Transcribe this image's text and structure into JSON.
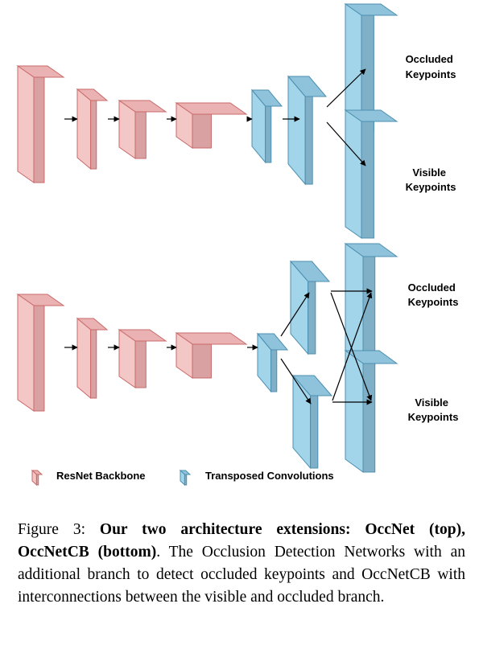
{
  "colors": {
    "backbone_front": "#f4c7c7",
    "backbone_side": "#d9a1a1",
    "backbone_top": "#eab2b2",
    "backbone_stroke": "#c96a6a",
    "tconv_front": "#a3d5ea",
    "tconv_side": "#7fb0c8",
    "tconv_top": "#8fc3dc",
    "tconv_stroke": "#4d8fb0",
    "arrow": "#000000"
  },
  "top_network": {
    "occluded_label": [
      "Occluded",
      "Keypoints"
    ],
    "visible_label": [
      "Visible",
      "Keypoints"
    ]
  },
  "bottom_network": {
    "occluded_label": [
      "Occluded",
      "Keypoints"
    ],
    "visible_label": [
      "Visible",
      "Keypoints"
    ]
  },
  "legend": {
    "backbone_label": "ResNet Backbone",
    "tconv_label": "Transposed Convolutions"
  },
  "caption": {
    "prefix": "Figure 3: ",
    "bold": "Our two architecture extensions: OccNet (top), OccNetCB (bottom)",
    "rest": ". The Occlusion Detection Networks with an additional branch to detect occluded keypoints and OccNetCB with interconnections between the visible and occluded branch."
  }
}
